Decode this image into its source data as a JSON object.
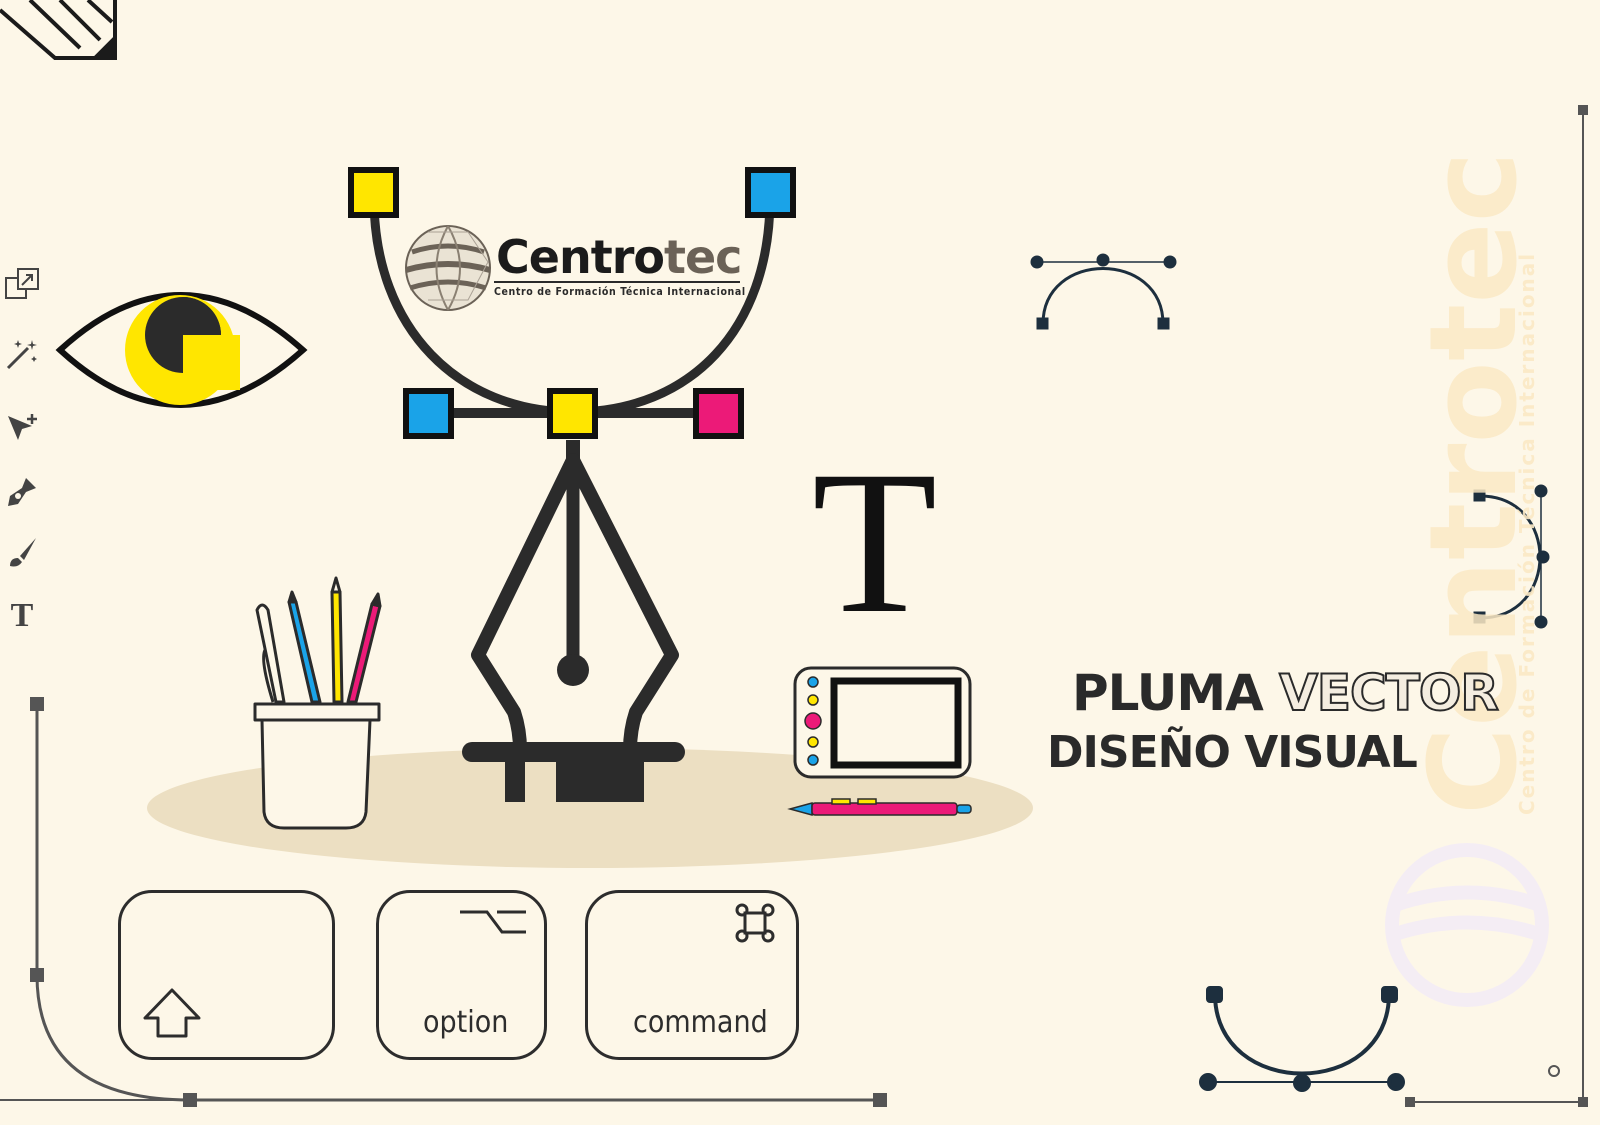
{
  "brand": {
    "name_main": "Centro",
    "name_accent": "tec",
    "tagline": "Centro de Formación Técnica Internacional",
    "watermark_name": "Centrotec",
    "watermark_tagline": "Centro de Formación Técnica Internacional"
  },
  "title": {
    "line1_bold": "PLUMA",
    "line1_outline": "VECTOR",
    "line2": "DISEÑO VISUAL"
  },
  "text_tool_glyph": "T",
  "keys": {
    "shift_icon": "shift-arrow-icon",
    "option_label": "option",
    "command_label": "command"
  },
  "toolbar": {
    "items": [
      "artboard-icon",
      "magic-wand-icon",
      "direct-select-icon",
      "pen-tool-icon",
      "brush-icon",
      "type-tool-icon"
    ],
    "type_glyph": "T"
  },
  "colors": {
    "background": "#fdf7e8",
    "ink": "#2a2a2a",
    "yellow": "#ffe600",
    "cyan": "#1aa3e8",
    "magenta": "#ec1a78",
    "shadow": "#ecdfc2"
  }
}
